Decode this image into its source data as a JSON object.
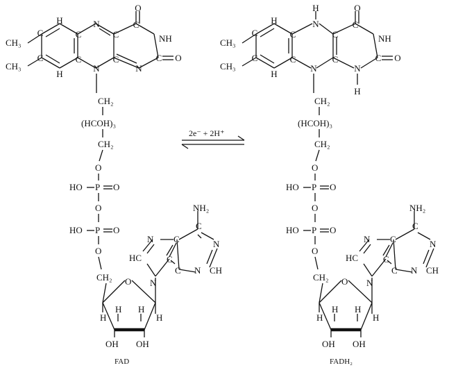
{
  "reaction": {
    "arrow_label": "2e⁻ + 2H⁺",
    "left_caption": "FAD",
    "right_caption": "FADH₂"
  },
  "labels": {
    "ch3": "CH₃",
    "h": "H",
    "n": "N",
    "c": "C",
    "o": "O",
    "nh": "NH",
    "ch2": "CH₂",
    "hcoh": "(HCOH)₃",
    "p": "P",
    "ho": "HO",
    "oh": "OH",
    "nh2": "NH₂",
    "hc": "HC",
    "ch": "CH"
  },
  "colors": {
    "ink": "#111111",
    "background": "#ffffff"
  }
}
